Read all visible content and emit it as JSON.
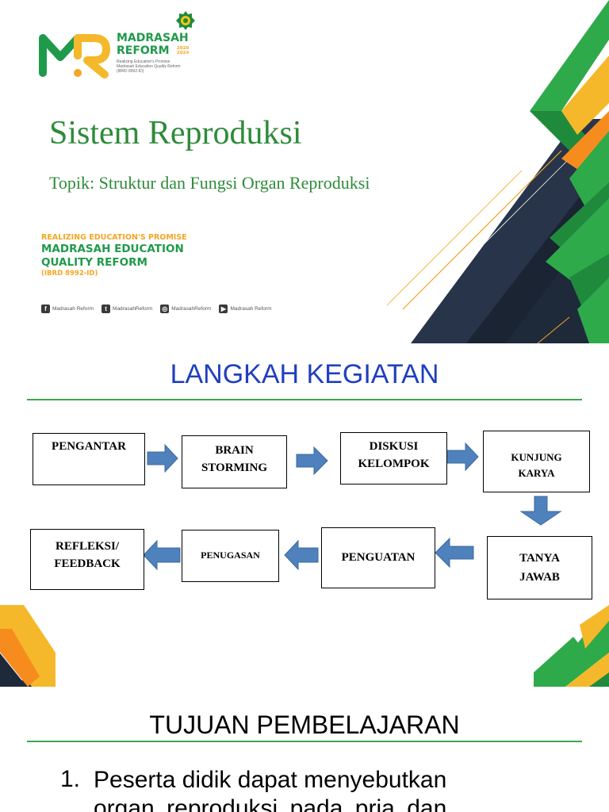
{
  "slide1": {
    "logo": {
      "line1": "MADRASAH",
      "line2": "REFORM",
      "years": [
        "2020",
        "2024"
      ],
      "tagline": [
        "Realizing Education's Promise",
        "Madrasah Education Quality Reform",
        "(IBRD 8992-ID)"
      ]
    },
    "title": "Sistem Reproduksi",
    "subtitle": "Topik: Struktur dan Fungsi Organ Reproduksi",
    "promise": {
      "line1": "REALIZING EDUCATION'S PROMISE",
      "line2": "MADRASAH EDUCATION",
      "line3": "QUALITY REFORM",
      "line4": "(IBRD 8992-ID)"
    },
    "socials": [
      {
        "icon": "facebook-icon",
        "label": "Madrasah Reform"
      },
      {
        "icon": "twitter-icon",
        "label": "MadrasahReform"
      },
      {
        "icon": "instagram-icon",
        "label": "MadrasahReform"
      },
      {
        "icon": "youtube-icon",
        "label": "Madrasah Reform"
      }
    ],
    "colors": {
      "green": "#1f9a4a",
      "orange": "#f5a623",
      "navy": "#1e2a3a"
    }
  },
  "slide2": {
    "title": "LANGKAH KEGIATAN",
    "steps": [
      {
        "lines": [
          "PENGANTAR"
        ]
      },
      {
        "lines": [
          "BRAIN",
          "STORMING"
        ]
      },
      {
        "lines": [
          "DISKUSI",
          "KELOMPOK"
        ]
      },
      {
        "lines": [
          "KUNJUNG",
          "KARYA"
        ]
      },
      {
        "lines": [
          "TANYA",
          "JAWAB"
        ]
      },
      {
        "lines": [
          "PENGUATAN"
        ]
      },
      {
        "lines": [
          "PENUGASAN"
        ]
      },
      {
        "lines": [
          "REFLEKSI/",
          "FEEDBACK"
        ]
      }
    ],
    "colors": {
      "title": "#1f3fbf",
      "arrow": "#4f81bd"
    }
  },
  "slide3": {
    "title": "TUJUAN PEMBELAJARAN",
    "items": [
      {
        "num": "1.",
        "lines": [
          "Peserta didik dapat menyebutkan",
          "organ reproduksi pada pria dan"
        ]
      }
    ]
  }
}
